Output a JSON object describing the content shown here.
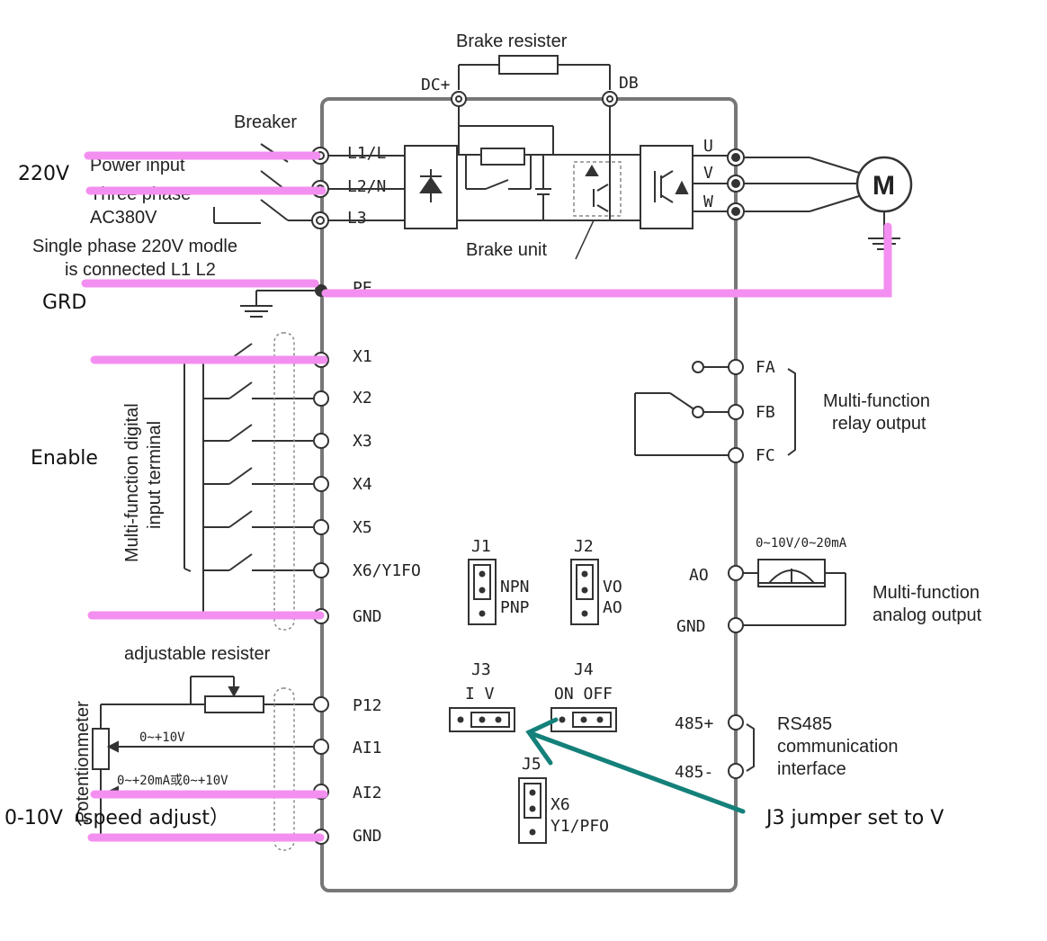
{
  "labels": {
    "brake_resister": "Brake resister",
    "dc_plus": "DC+",
    "db": "DB",
    "breaker": "Breaker",
    "power_input": "Power input",
    "three_phase": "Three phase",
    "ac380v": "AC380V",
    "single_phase_line1": "Single phase 220V modle",
    "single_phase_line2": "is connected L1 L2",
    "brake_unit": "Brake unit",
    "motor": "M",
    "l1": "L1/L",
    "l2": "L2/N",
    "l3": "L3",
    "u": "U",
    "v": "V",
    "w": "W",
    "pe": "PE",
    "x1": "X1",
    "x2": "X2",
    "x3": "X3",
    "x4": "X4",
    "x5": "X5",
    "x6": "X6/Y1FO",
    "gnd": "GND",
    "p12": "P12",
    "ai1": "AI1",
    "ai2": "AI2",
    "gnd2": "GND",
    "digital_input_line1": "Multi-function digital",
    "digital_input_line2": "input terminal",
    "fa": "FA",
    "fb": "FB",
    "fc": "FC",
    "relay_line1": "Multi-function",
    "relay_line2": "relay output",
    "analog_range": "0~10V/0~20mA",
    "ao": "AO",
    "gnd_right": "GND",
    "analog_line1": "Multi-function",
    "analog_line2": "analog output",
    "rs485_plus": "485+",
    "rs485_minus": "485-",
    "rs485_line1": "RS485",
    "rs485_line2": "communication",
    "rs485_line3": "interface",
    "j1": "J1",
    "j1_npn": "NPN",
    "j1_pnp": "PNP",
    "j2": "J2",
    "j2_vo": "VO",
    "j2_ao": "AO",
    "j3": "J3",
    "j3_iv": "I  V",
    "j4": "J4",
    "j4_onoff": "ON OFF",
    "j5": "J5",
    "j5_x6": "X6",
    "j5_y1pfo": "Y1/PFO",
    "adjustable_resister": "adjustable resister",
    "potentionmeter": "Potentionmeter",
    "ai1_range": "0~+10V",
    "ai2_range": "0~+20mA或0~+10V"
  },
  "annotations": {
    "v220": "220V",
    "grd": "GRD",
    "enable": "Enable",
    "speed": "0-10V（speed adjust）",
    "j3_note": "J3 jumper set to V"
  },
  "colors": {
    "highlight": "#f38ff0",
    "arrow": "#14807a",
    "line": "#333333",
    "frame": "#777777"
  }
}
